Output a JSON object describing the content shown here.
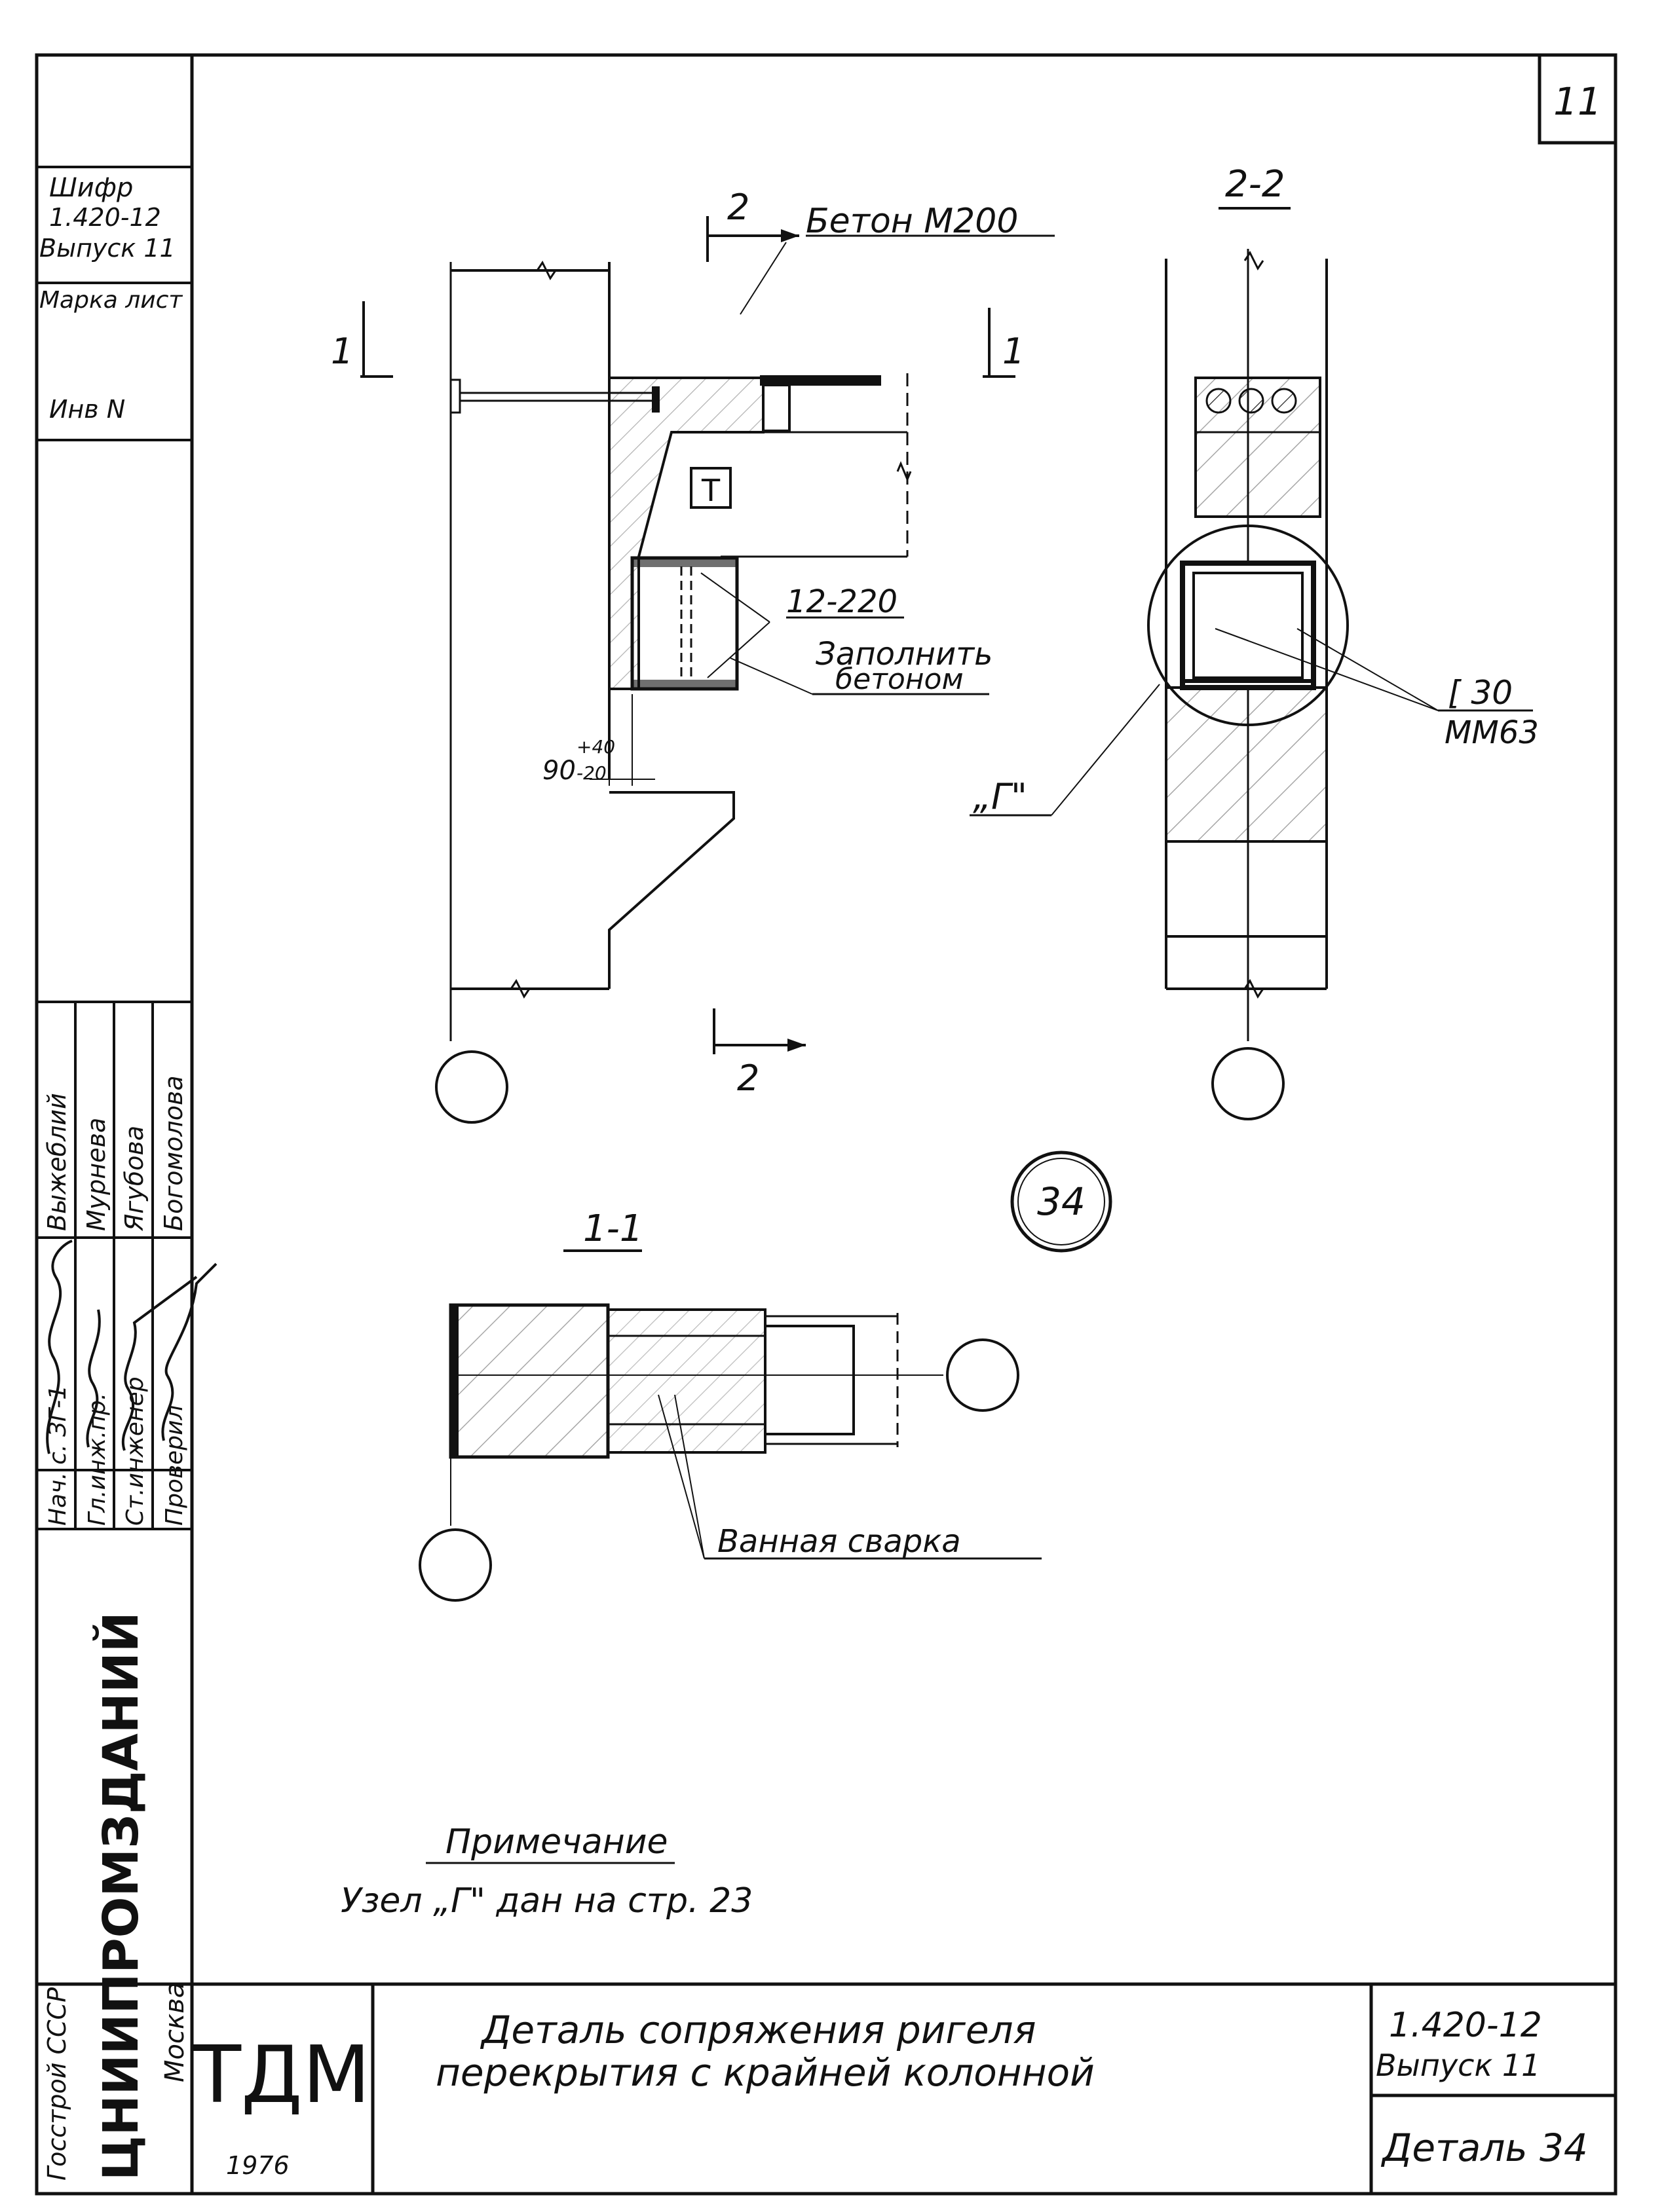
{
  "sheet": {
    "page_number": "11",
    "detail_badge": "34"
  },
  "stamp": {
    "shifr_label": "Шифр",
    "series": "1.420-12",
    "issue": "Выпуск 11",
    "marka_list": "Марка лист",
    "inv_label": "Инв N"
  },
  "signatures": {
    "roles": [
      "Нач. с. ЗГ-1",
      "Гл.инж.пр.",
      "Ст.инженер",
      "Проверил"
    ],
    "names": [
      "Выжеблий",
      "Мурнева",
      "Ягубова",
      "Богомолова"
    ]
  },
  "organization": {
    "ministry": "Госстрой СССР",
    "institute": "ЦНИИПРОМЗДАНИЙ",
    "city": "Москва"
  },
  "drawing": {
    "concrete_label": "Бетон М200",
    "section_1_mark": "1",
    "section_2_mark": "2",
    "section_1_title": "1-1",
    "section_2_title": "2-2",
    "plate_label": "12-220",
    "fill_label_line1": "Заполнить",
    "fill_label_line2": "бетоном",
    "dimension_main": "90",
    "dimension_plus": "+40",
    "dimension_minus": "-20",
    "channel_label": "[ 30",
    "steel_label": "ММ63",
    "node_label": "„Г\"",
    "weld_label": "Ванная сварка",
    "t_mark": "Т"
  },
  "note": {
    "title": "Примечание",
    "text": "Узел „Г\" дан на стр. 23"
  },
  "title_block": {
    "logo": "ТДМ",
    "year": "1976",
    "title_line1": "Деталь сопряжения ригеля",
    "title_line2": "перекрытия с крайней колонной",
    "series": "1.420-12",
    "issue": "Выпуск 11",
    "detail": "Деталь 34"
  }
}
